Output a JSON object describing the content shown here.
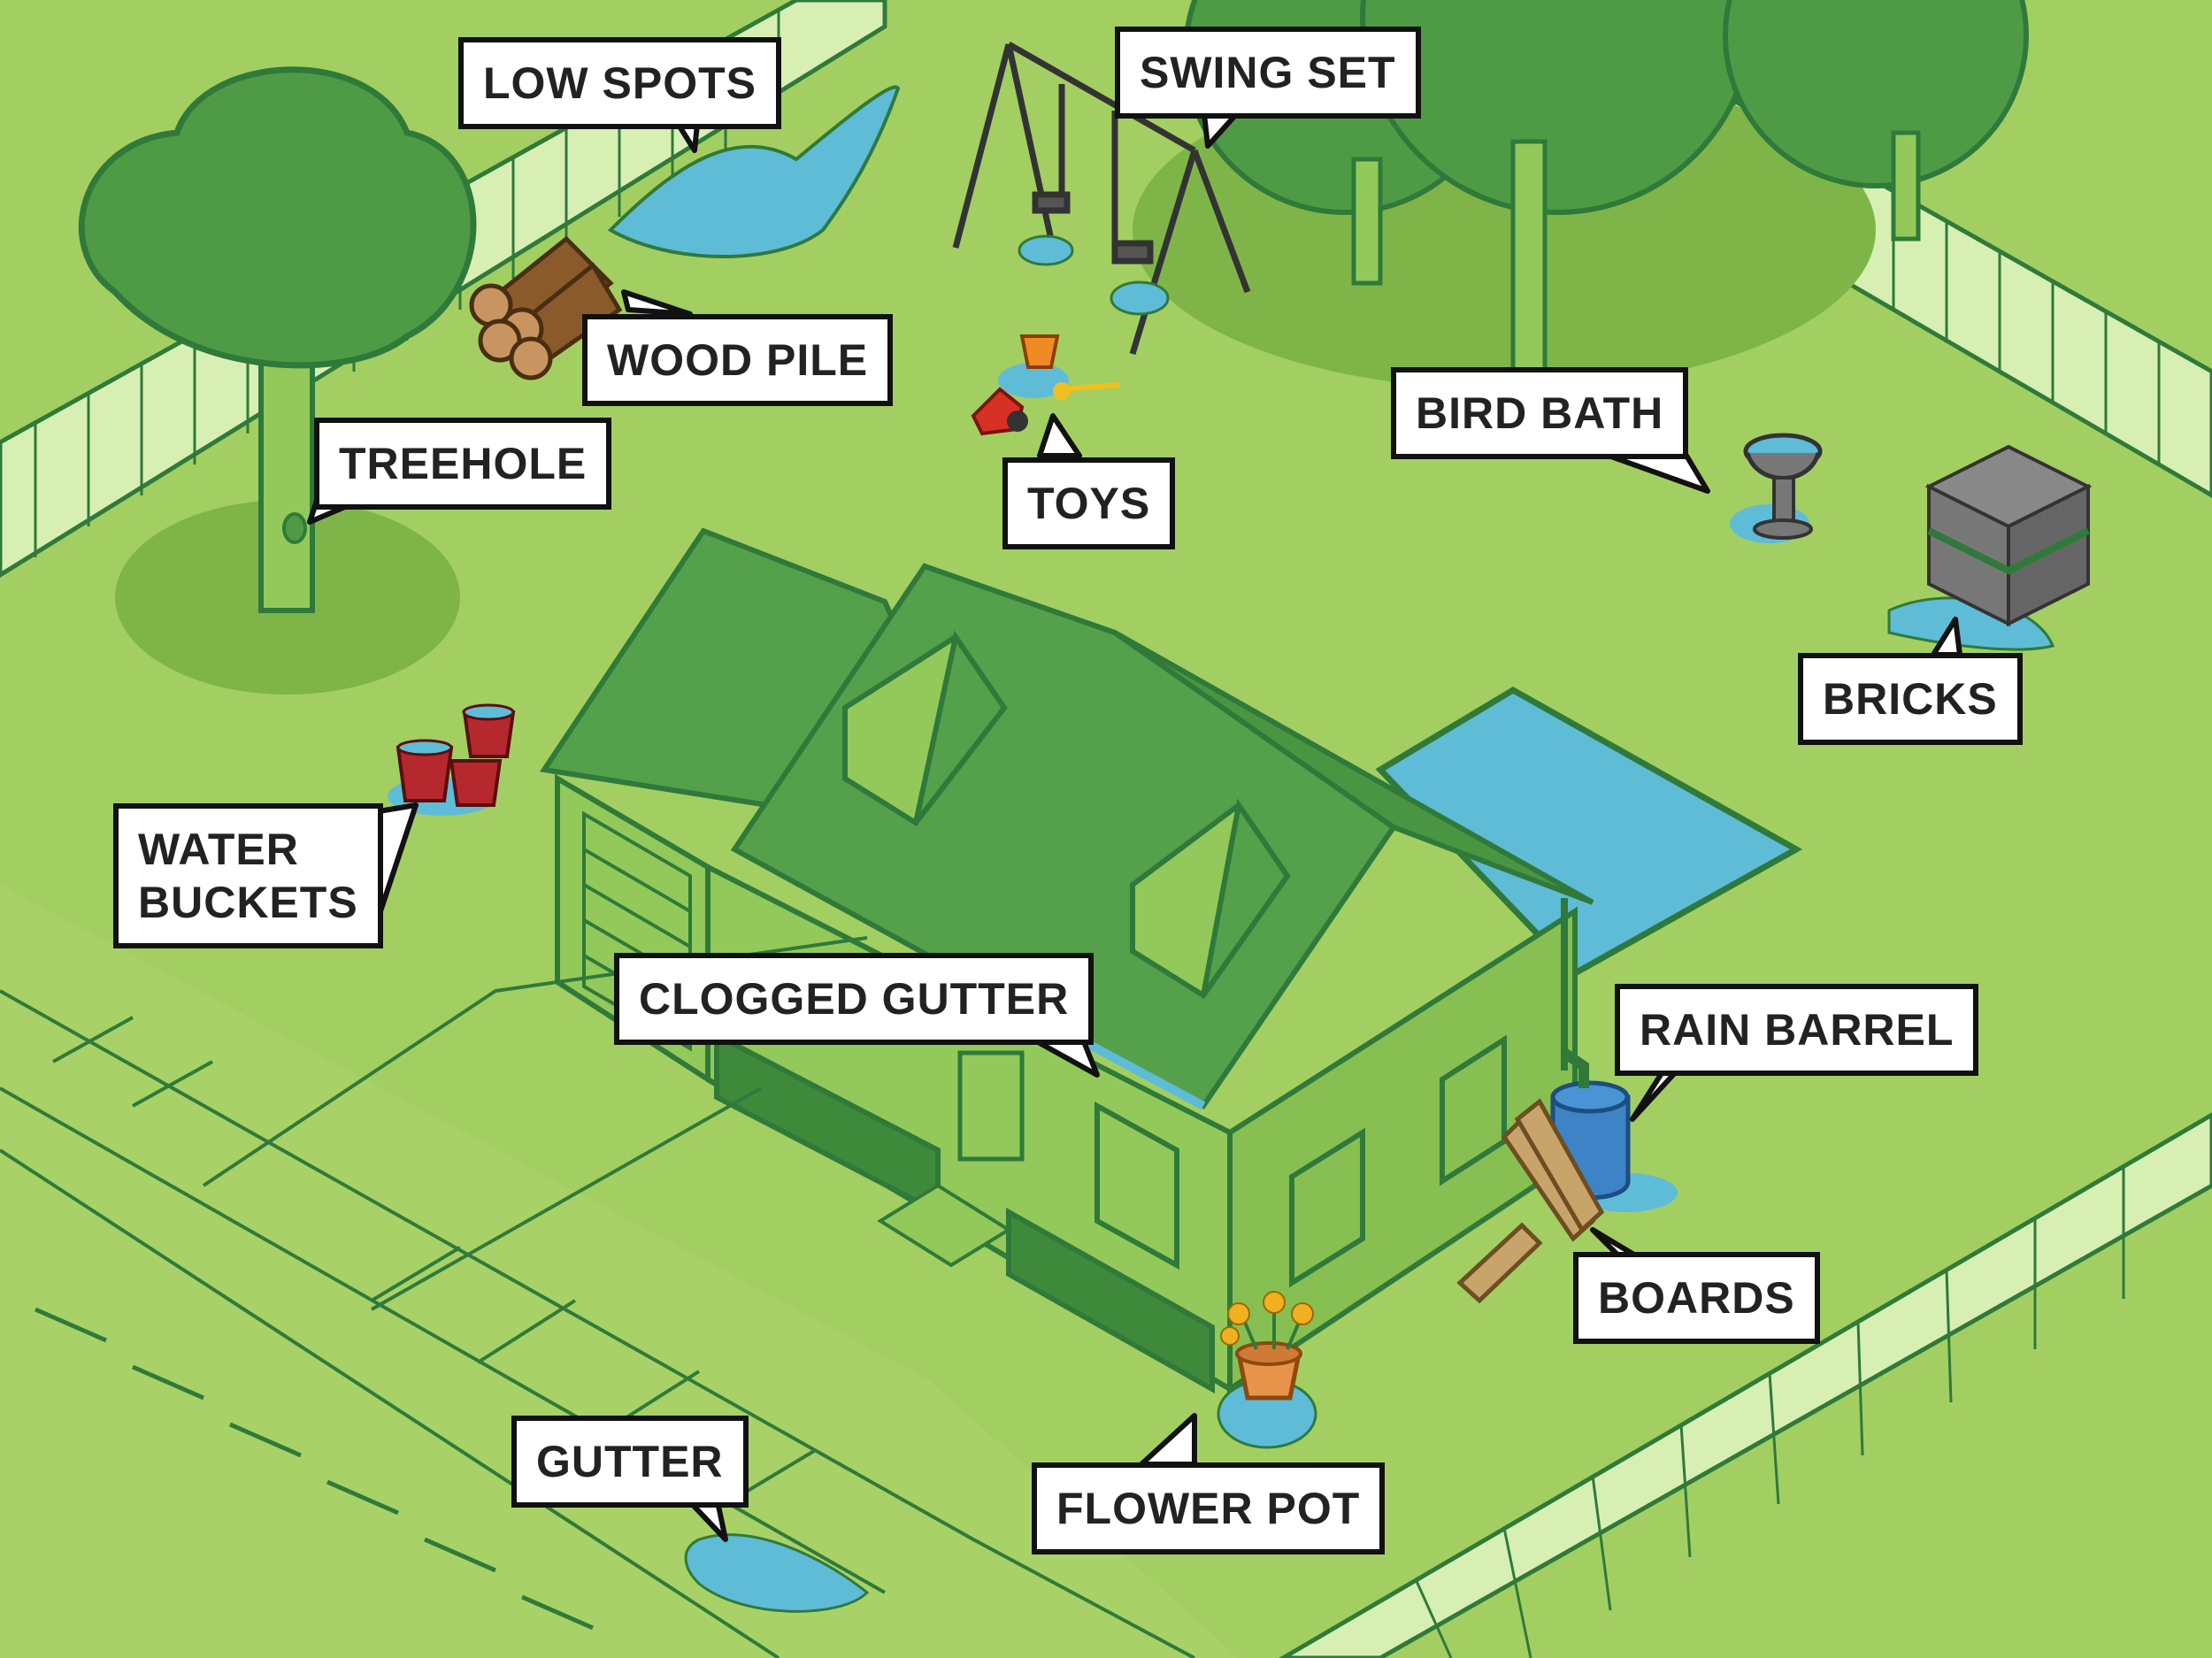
{
  "colors": {
    "lawn": "#a3cf62",
    "lawn_shade": "#7fb548",
    "tree_dark": "#4f9b45",
    "outline": "#2f7a3a",
    "house_fill": "#93c95a",
    "roof": "#55a04b",
    "fence": "#d8efb3",
    "water": "#5fbcd7",
    "label_bg": "#ffffff",
    "label_border": "#111111"
  },
  "labels": {
    "low_spots": "LOW SPOTS",
    "swing_set": "SWING SET",
    "wood_pile": "WOOD PILE",
    "treehole": "TREEHOLE",
    "toys": "TOYS",
    "bird_bath": "BIRD BATH",
    "bricks": "BRICKS",
    "water_buckets": "WATER\nBUCKETS",
    "clogged_gutter": "CLOGGED GUTTER",
    "rain_barrel": "RAIN BARREL",
    "boards": "BOARDS",
    "gutter": "GUTTER",
    "flower_pot": "FLOWER POT"
  },
  "icons": [
    "tree-icon",
    "wood-pile-icon",
    "swing-set-icon",
    "toys-icon",
    "bird-bath-icon",
    "bricks-icon",
    "bucket-icon",
    "house-icon",
    "pool-icon",
    "rain-barrel-icon",
    "boards-icon",
    "flower-pot-icon",
    "puddle-icon"
  ]
}
